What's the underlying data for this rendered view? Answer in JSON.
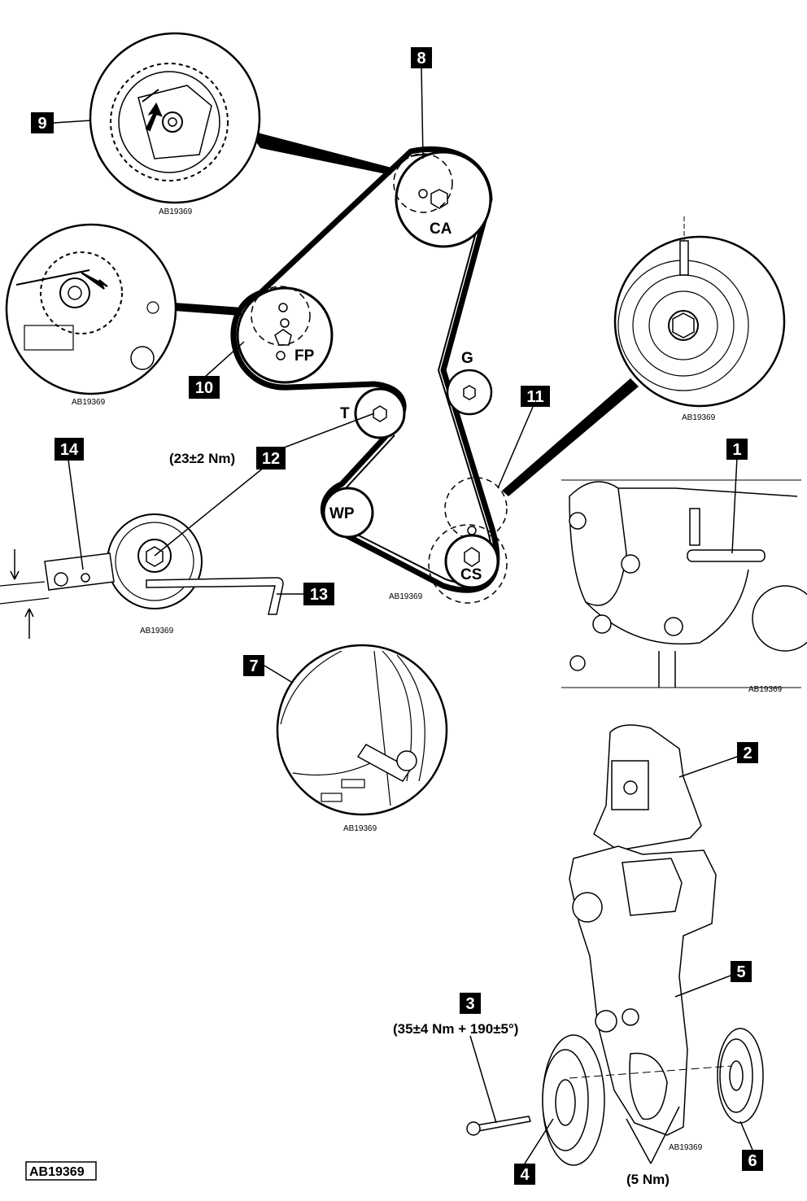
{
  "figure_reference": "AB19369",
  "detail_reference": "AB19369",
  "pulleys": {
    "camshaft": "CA",
    "fuel_pump": "FP",
    "tensioner": "T",
    "water_pump": "WP",
    "guide": "G",
    "crankshaft": "CS"
  },
  "callouts": {
    "c1": "1",
    "c2": "2",
    "c3": "3",
    "c4": "4",
    "c5": "5",
    "c6": "6",
    "c7": "7",
    "c8": "8",
    "c9": "9",
    "c10": "10",
    "c11": "11",
    "c12": "12",
    "c13": "13",
    "c14": "14"
  },
  "torques": {
    "tensioner": "(23±2 Nm)",
    "crank_bolt": "(35±4 Nm + 190±5°)",
    "cover_bolts": "(5 Nm)"
  },
  "colors": {
    "ink": "#000000",
    "paper": "#ffffff",
    "callout_bg": "#000000"
  }
}
